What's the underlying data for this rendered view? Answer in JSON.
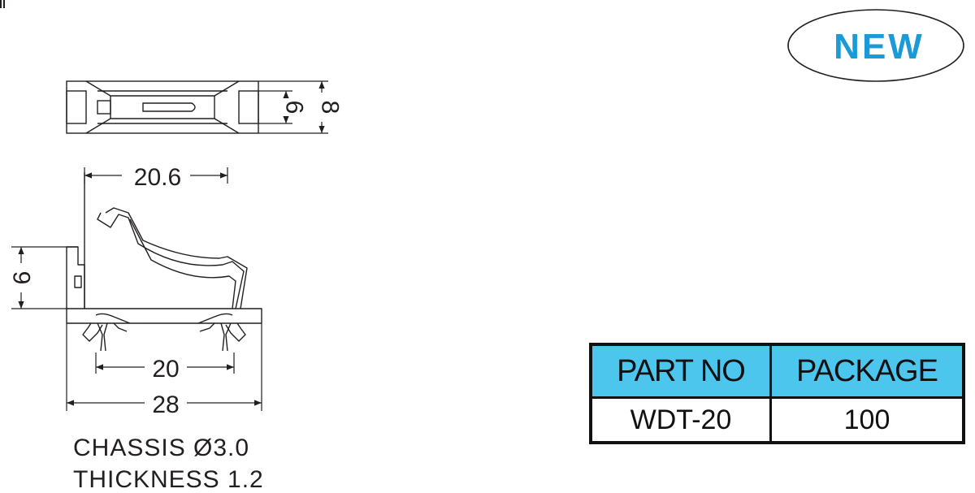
{
  "badge": {
    "label": "NEW",
    "color": "#1a9ad6"
  },
  "dimensions": {
    "height_small": "6",
    "height_total": "8",
    "width_top": "20.6",
    "height_side": "9",
    "pin_spacing": "20",
    "width_base": "28"
  },
  "notes": {
    "chassis": "CHASSIS Ø3.0",
    "thickness": "THICKNESS 1.2"
  },
  "table": {
    "headers": [
      "PART NO",
      "PACKAGE"
    ],
    "rows": [
      [
        "WDT-20",
        "100"
      ]
    ],
    "header_color": "#4dc6ee"
  }
}
